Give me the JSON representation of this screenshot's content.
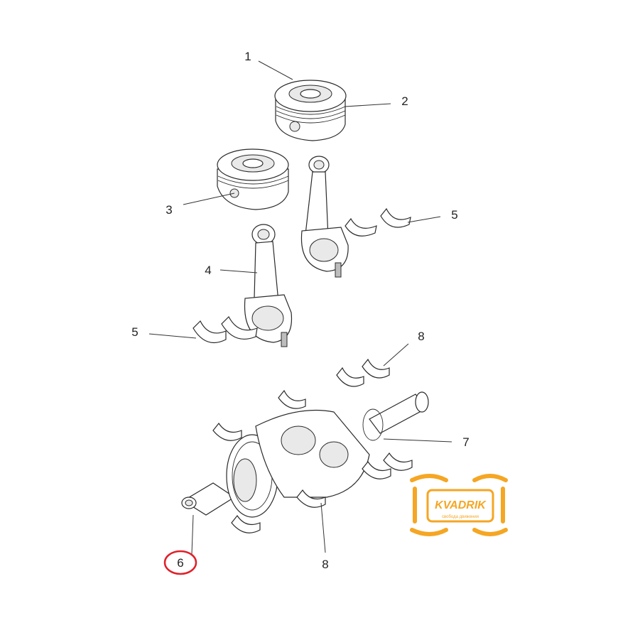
{
  "callouts": [
    {
      "id": "1",
      "label": "1"
    },
    {
      "id": "2",
      "label": "2"
    },
    {
      "id": "3",
      "label": "3"
    },
    {
      "id": "4",
      "label": "4"
    },
    {
      "id": "5a",
      "label": "5"
    },
    {
      "id": "5b",
      "label": "5"
    },
    {
      "id": "6",
      "label": "6",
      "highlighted": true
    },
    {
      "id": "7",
      "label": "7"
    },
    {
      "id": "8a",
      "label": "8"
    },
    {
      "id": "8b",
      "label": "8"
    }
  ],
  "highlight_color": "#e0202a",
  "watermark": {
    "brand": "KVADRIK",
    "tagline": "свобода движения",
    "color": "#f5a623"
  }
}
